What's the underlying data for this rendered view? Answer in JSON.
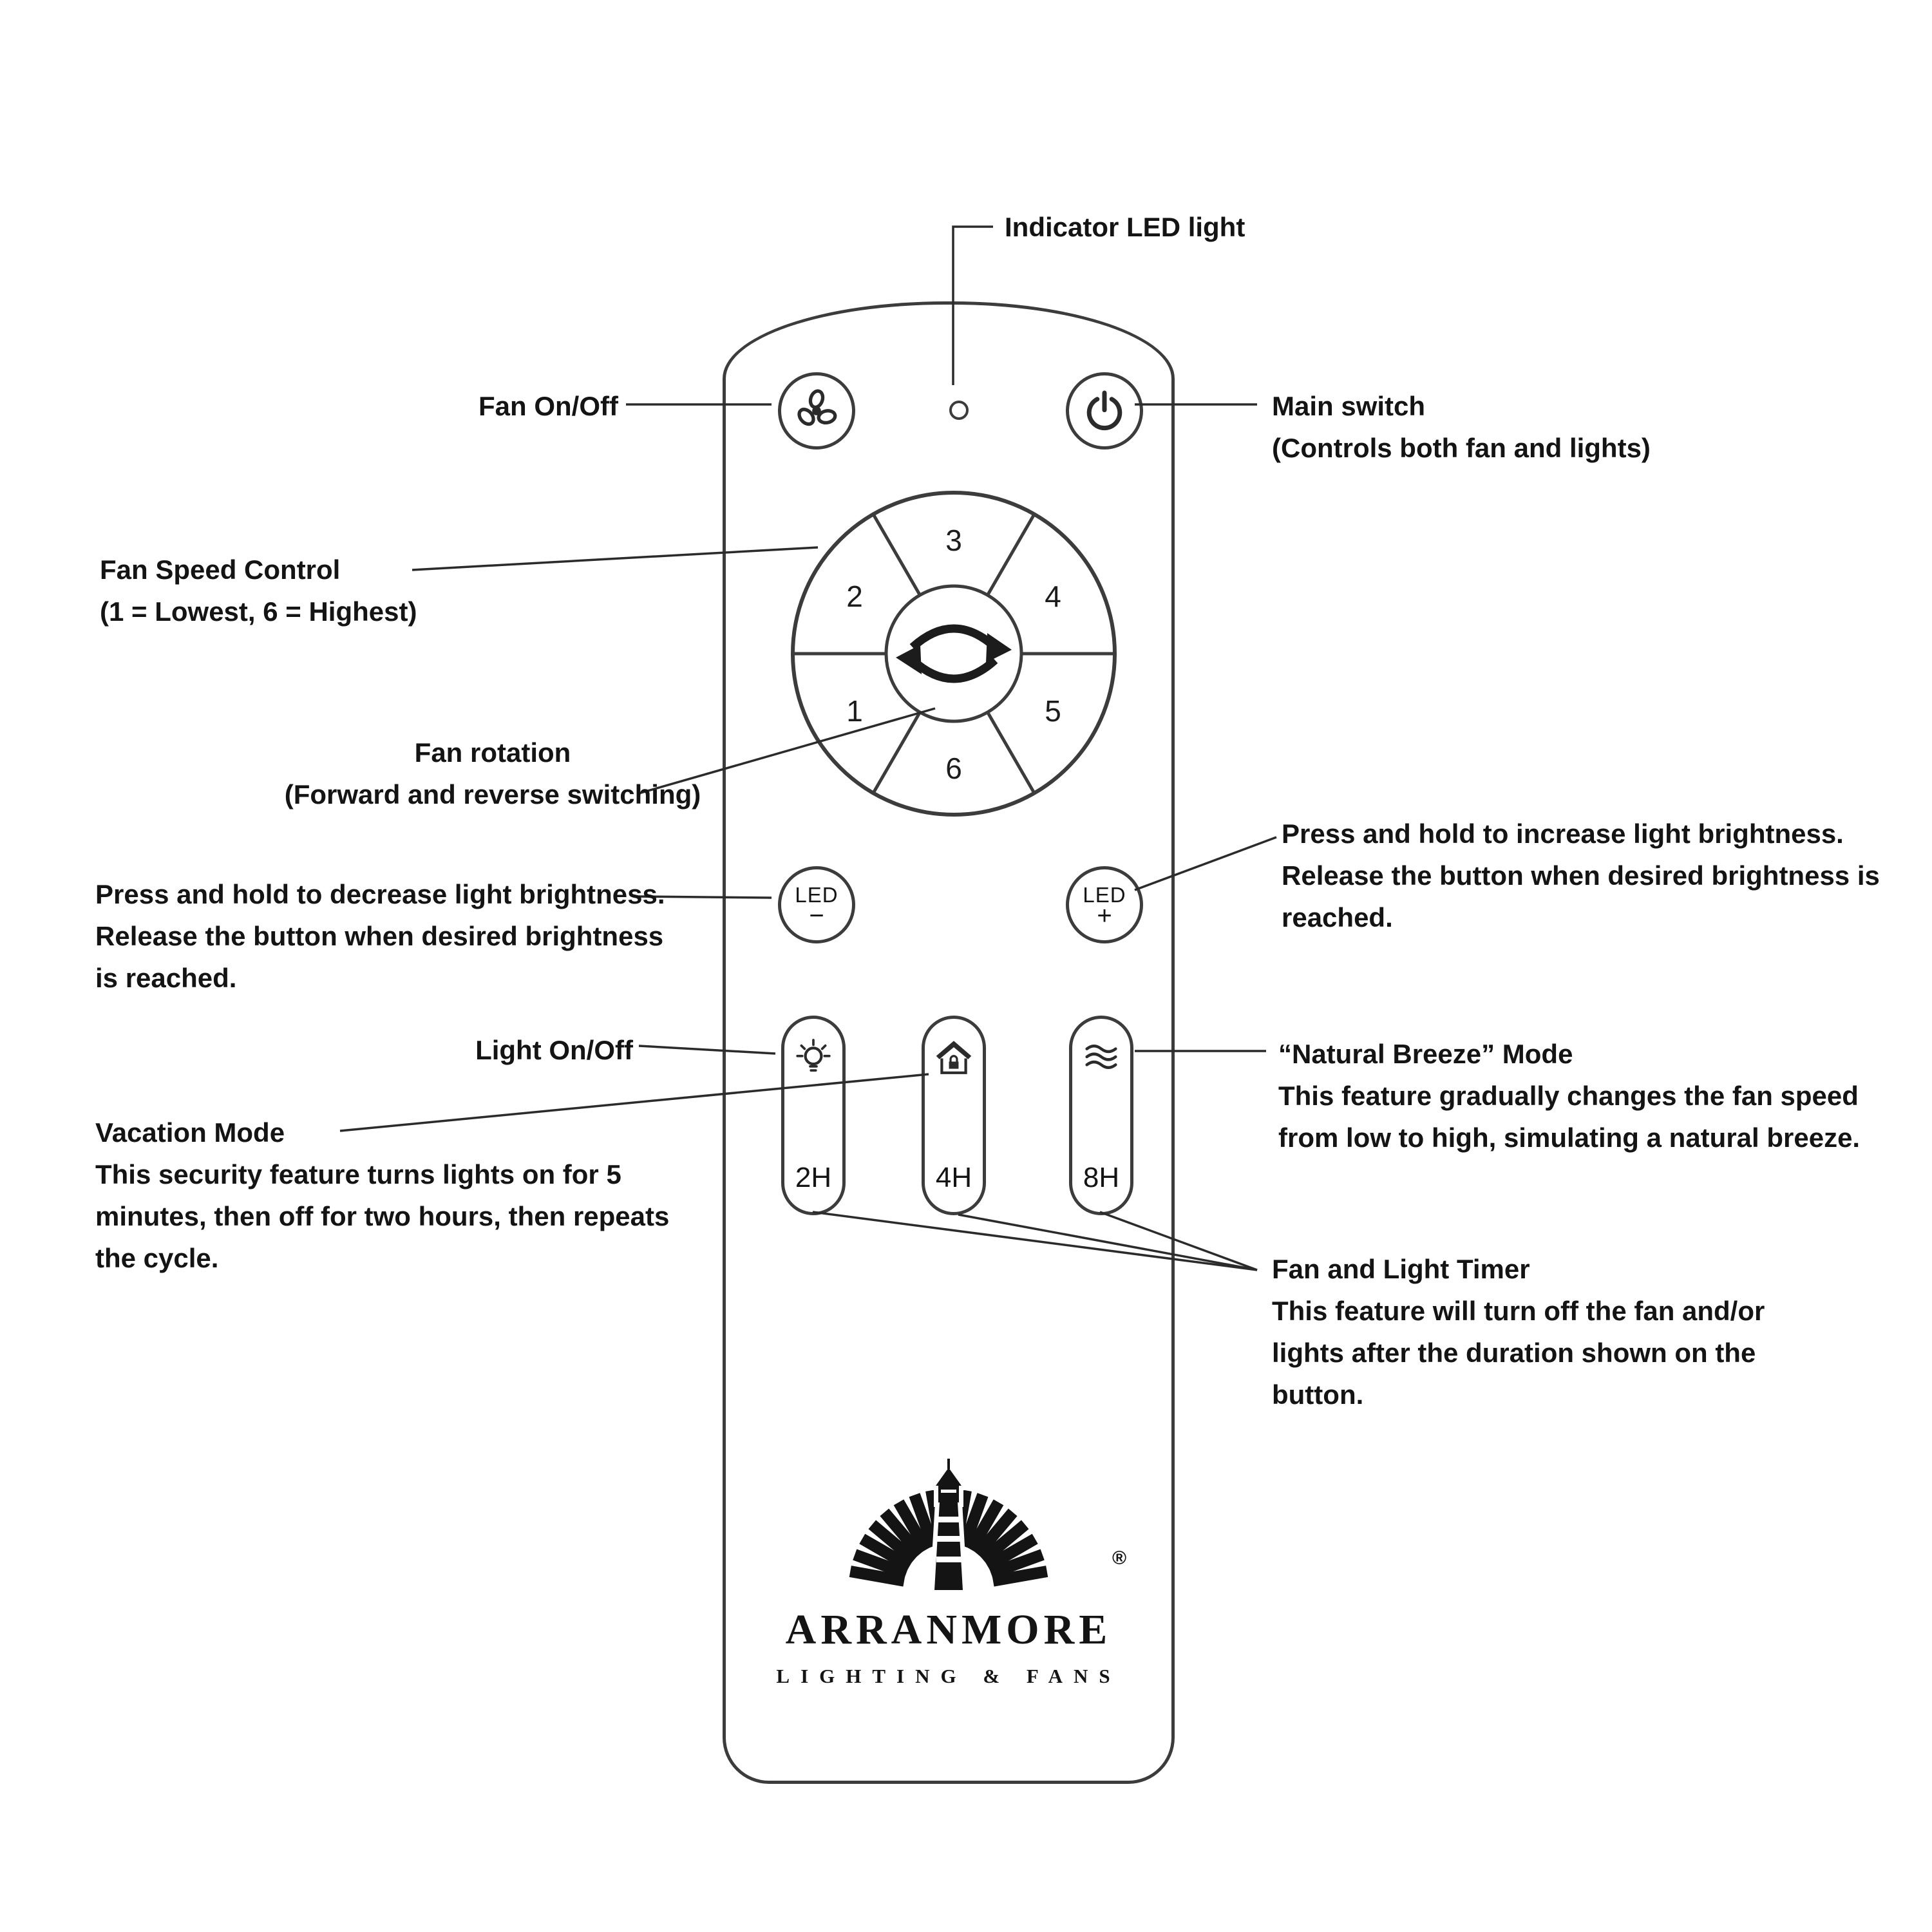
{
  "callouts": {
    "indicator": "Indicator LED light",
    "fan_on_off": "Fan On/Off",
    "main_switch_line1": "Main switch",
    "main_switch_line2": "(Controls both fan and lights)",
    "fan_speed_line1": "Fan Speed Control",
    "fan_speed_line2": "(1 = Lowest, 6 = Highest)",
    "fan_rotation_line1": "Fan rotation",
    "fan_rotation_line2": "(Forward and reverse switching)",
    "decrease_brightness": "Press and hold to decrease light brightness.  Release the button when desired brightness is reached.",
    "increase_brightness": "Press and hold to increase light brightness.  Release the button when desired brightness is reached.",
    "light_on_off": "Light On/Off",
    "vacation_title": "Vacation Mode",
    "vacation_body": "This security feature turns lights on for 5 minutes, then off for two hours, then repeats the cycle.",
    "breeze_title": "“Natural Breeze” Mode",
    "breeze_body": "This feature gradually changes the fan speed from low to high, simulating a natural breeze.",
    "timer_title": "Fan and Light Timer",
    "timer_body": "This feature will turn off the fan and/or lights after the duration shown on the button."
  },
  "remote": {
    "speed_labels": [
      "1",
      "2",
      "3",
      "4",
      "5",
      "6"
    ],
    "led_minus_label": "LED",
    "led_minus_sign": "−",
    "led_plus_label": "LED",
    "led_plus_sign": "+",
    "timer_2h": "2H",
    "timer_4h": "4H",
    "timer_8h": "8H"
  },
  "icons": {
    "fan": "fan-icon",
    "power": "power-icon",
    "rotation": "rotation-arrows-icon",
    "bulb": "light-bulb-icon",
    "house": "vacation-house-icon",
    "waves": "breeze-waves-icon",
    "lighthouse": "lighthouse-logo"
  },
  "brand": {
    "name": "ARRANMORE",
    "tagline": "LIGHTING & FANS",
    "registered": "®"
  },
  "colors": {
    "line": "#3c3c3c",
    "text": "#141414",
    "background": "#ffffff"
  }
}
